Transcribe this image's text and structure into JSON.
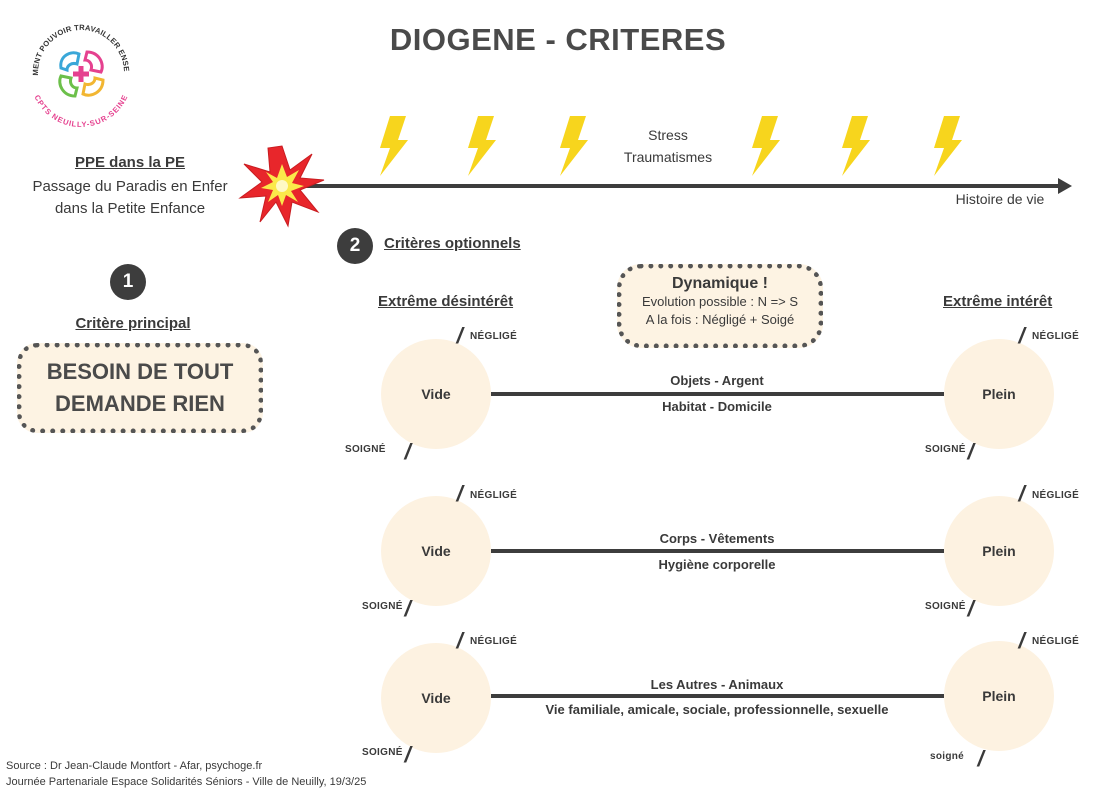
{
  "title": "DIOGENE - CRITERES",
  "logo": {
    "top_text": "COMMENT POUVOIR TRAVAILLER ENSEMBLE",
    "bottom_text": "CPTS NEUILLY-SUR-SEINE",
    "icon": "hands-circle-icon"
  },
  "timeline": {
    "start_title": "PPE dans la PE",
    "start_sub_1": "Passage du Paradis en Enfer",
    "start_sub_2": "dans la Petite Enfance",
    "center_1": "Stress",
    "center_2": "Traumatismes",
    "end_label": "Histoire de vie",
    "colors": {
      "bolt": "#f7d51d",
      "explosion_outer": "#e8262b",
      "explosion_inner": "#fbe94a",
      "line": "#3d3d3d"
    }
  },
  "section1": {
    "number": "1",
    "label": "Critère principal",
    "box_line_1": "BESOIN DE TOUT",
    "box_line_2": "DEMANDE RIEN"
  },
  "section2": {
    "number": "2",
    "label": "Critères optionnels",
    "left_header": "Extrême désintérêt",
    "right_header": "Extrême intérêt",
    "dynamic": {
      "title": "Dynamique !",
      "line_1": "Evolution possible : N => S",
      "line_2": "A la fois : Négligé + Soigé"
    },
    "neglige": "NÉGLIGÉ",
    "soigne_upper": "SOIGNÉ",
    "soigne_lower": "soigné",
    "rows": [
      {
        "left": "Vide",
        "right": "Plein",
        "top": "Objets - Argent",
        "bottom": "Habitat - Domicile"
      },
      {
        "left": "Vide",
        "right": "Plein",
        "top": "Corps - Vêtements",
        "bottom": "Hygiène corporelle"
      },
      {
        "left": "Vide",
        "right": "Plein",
        "top": "Les Autres - Animaux",
        "bottom": "Vie familiale, amicale, sociale, professionnelle, sexuelle"
      }
    ]
  },
  "source": {
    "line_1": "Source : Dr Jean-Claude Montfort - Afar, psychoge.fr",
    "line_2": "Journée Partenariale Espace Solidarités Séniors - Ville de Neuilly, 19/3/25"
  }
}
